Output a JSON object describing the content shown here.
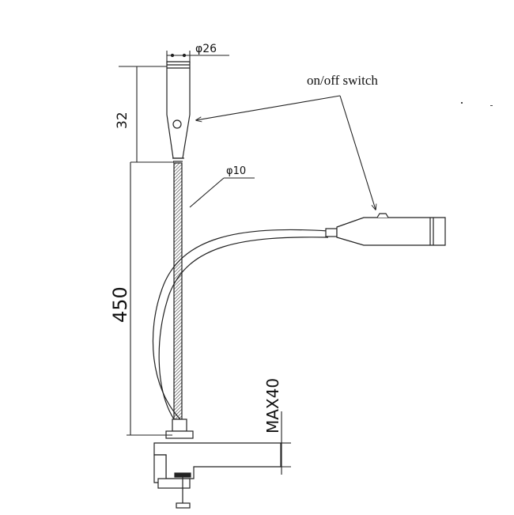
{
  "dimensions": {
    "head_diameter": "φ26",
    "head_length": "32",
    "tube_diameter": "φ10",
    "arm_length": "450",
    "clamp_max": "MAX40"
  },
  "callouts": {
    "switch_label": "on/off switch"
  }
}
